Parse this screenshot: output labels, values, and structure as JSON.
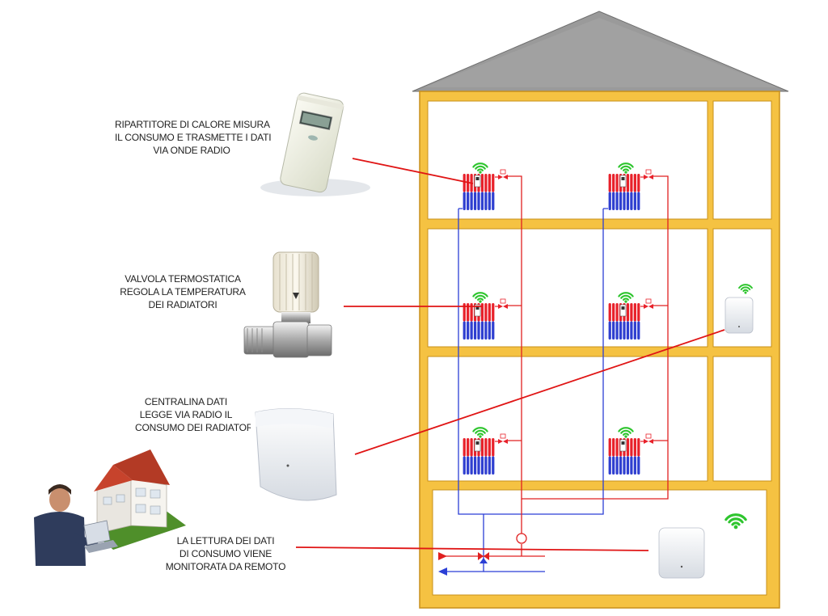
{
  "labels": {
    "heat_cost_allocator": {
      "lines": [
        "RIPARTITORE DI CALORE MISURA",
        "IL CONSUMO E TRASMETTE I DATI",
        "VIA ONDE RADIO"
      ]
    },
    "thermostatic_valve": {
      "lines": [
        "VALVOLA TERMOSTATICA",
        "REGOLA LA TEMPERATURA",
        "DEI RADIATORI"
      ]
    },
    "data_hub": {
      "lines": [
        "CENTRALINA DATI",
        "LEGGE VIA RADIO IL",
        "CONSUMO DEI RADIATORI"
      ]
    },
    "remote_reading": {
      "lines": [
        "LA LETTURA DEI DATI",
        "DI CONSUMO VIENE",
        "MONITORATA DA REMOTO"
      ]
    }
  },
  "colors": {
    "frame": "#f5c242",
    "frame_border": "#c8901a",
    "roof": "#9a9a9a",
    "hot_pipe": "#e02020",
    "cold_pipe": "#2b3fd6",
    "radiator_hot": "#e8212a",
    "radiator_cold": "#2f3fd0",
    "wifi": "#2ec52e",
    "leader_line": "#e01515"
  }
}
